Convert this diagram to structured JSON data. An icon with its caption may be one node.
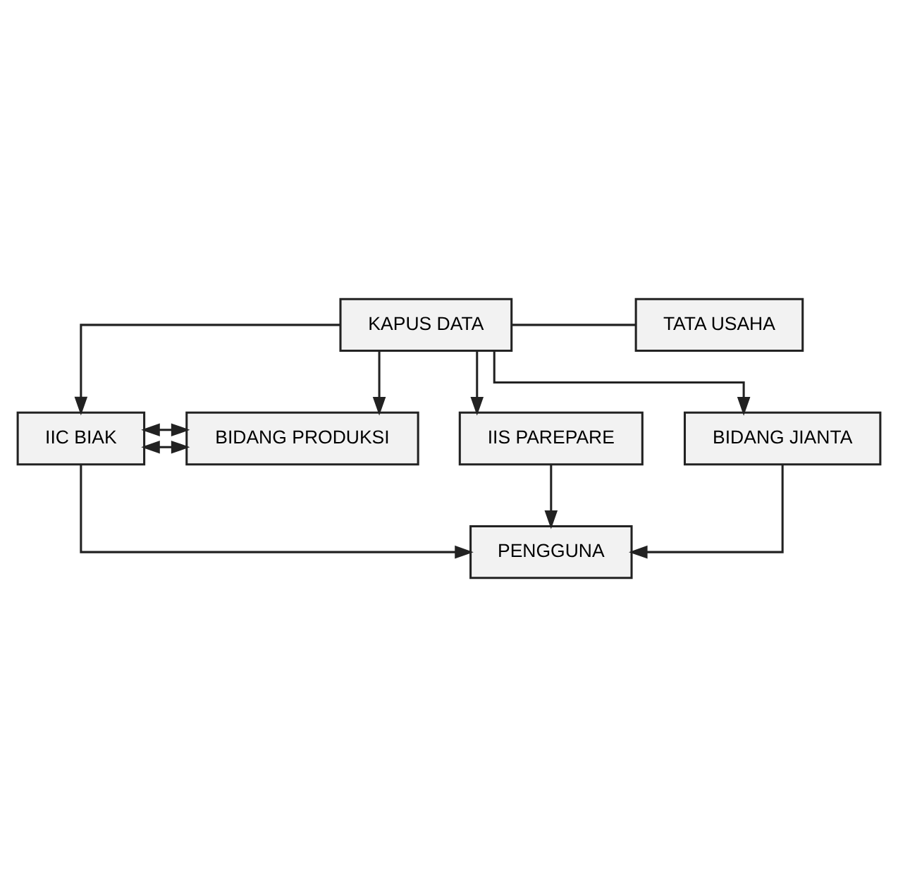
{
  "diagram": {
    "nodes": [
      {
        "text": [
          "KAPUS DATA"
        ]
      },
      {
        "text": [
          "TATA USAHA"
        ]
      },
      {
        "text": [
          "IIC BIAK"
        ]
      },
      {
        "text": [
          "IIS PAREPARE"
        ]
      },
      {
        "text": [
          "BIDANG PRODUKSI"
        ]
      },
      {
        "text": [
          "BIDANG JIANTA"
        ]
      },
      {
        "text": [
          "PENGGUNA"
        ]
      }
    ],
    "edges": [
      {
        "from": 0,
        "to": 1,
        "arrow": "none"
      },
      {
        "from": 0,
        "to": 2,
        "arrow": "to"
      },
      {
        "from": 0,
        "to": 3,
        "arrow": "to"
      },
      {
        "from": 0,
        "to": 4,
        "arrow": "to"
      },
      {
        "from": 0,
        "to": 5,
        "arrow": "to"
      },
      {
        "from": 2,
        "to": 6,
        "arrow": "to"
      },
      {
        "from": 3,
        "to": 6,
        "arrow": "to"
      },
      {
        "from": 5,
        "to": 6,
        "arrow": "to"
      },
      {
        "from": 2,
        "to": 4,
        "arrow": "both"
      },
      {
        "from": 2,
        "to": 4,
        "arrow": "both"
      }
    ]
  }
}
